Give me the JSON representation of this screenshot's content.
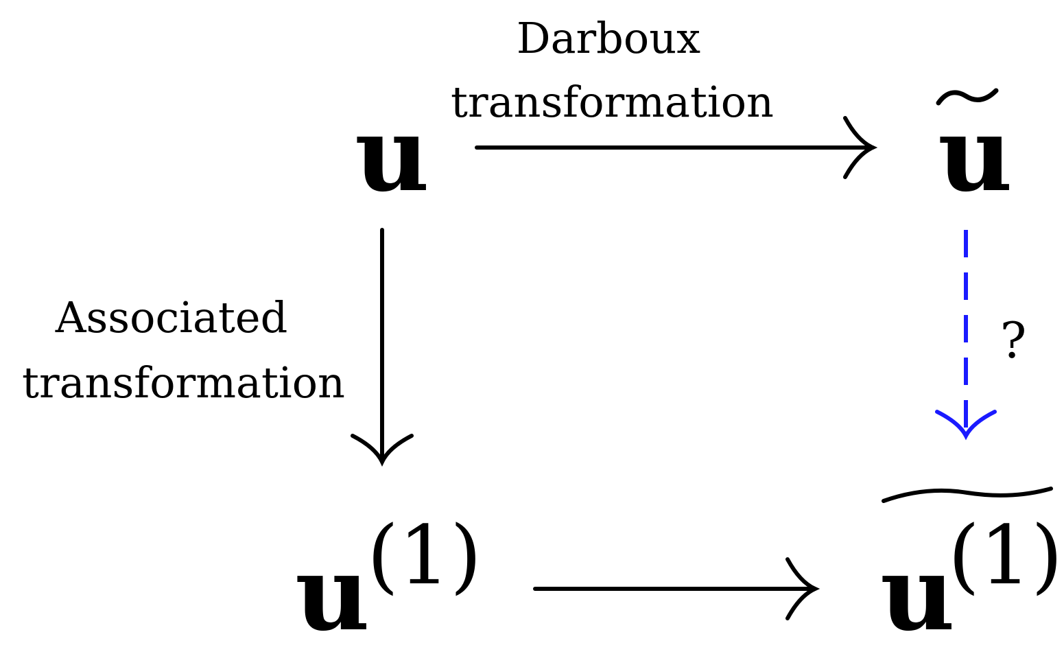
{
  "nodes": {
    "u": "u",
    "u_tilde": "u",
    "u1_base": "u",
    "u1_sup": "(1)",
    "u1_tilde_base": "u",
    "u1_tilde_sup": "(1)"
  },
  "edges": {
    "darboux_line1": "Darboux",
    "darboux_line2": "transformation",
    "associated_line1": "Associated",
    "associated_line2": "transformation",
    "question": "?"
  },
  "colors": {
    "solid_arrow": "#000000",
    "dashed_arrow": "#1a1aff"
  }
}
